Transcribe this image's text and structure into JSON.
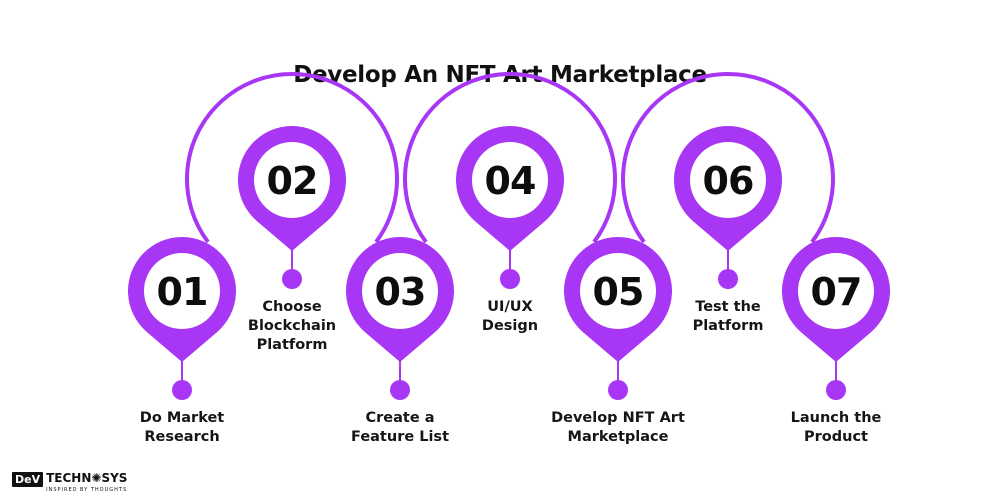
{
  "title": "Develop An NFT Art Marketplace",
  "accent_color": "#a836f5",
  "steps": [
    {
      "number": "01",
      "lines": [
        "Do Market",
        "Research"
      ]
    },
    {
      "number": "02",
      "lines": [
        "Choose",
        "Blockchain",
        "Platform"
      ]
    },
    {
      "number": "03",
      "lines": [
        "Create a",
        "Feature List"
      ]
    },
    {
      "number": "04",
      "lines": [
        "UI/UX",
        "Design"
      ]
    },
    {
      "number": "05",
      "lines": [
        "Develop NFT Art",
        "Marketplace"
      ]
    },
    {
      "number": "06",
      "lines": [
        "Test the",
        "Platform"
      ]
    },
    {
      "number": "07",
      "lines": [
        "Launch the",
        "Product"
      ]
    }
  ],
  "logo": {
    "text": "DEV TECHNOSYS",
    "tagline": "INSPIRED BY THOUGHTS"
  }
}
